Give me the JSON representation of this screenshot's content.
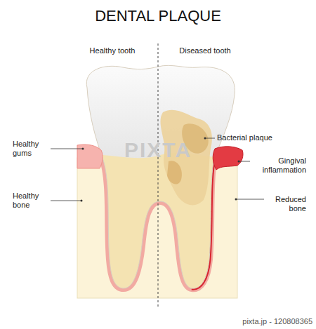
{
  "diagram": {
    "title": "DENTAL PLAQUE",
    "labels": [
      "Healthy tooth",
      "Diseased tooth",
      "Healthy gums",
      "Healthy bone",
      "Bacterial plaque",
      "Gingival inflammation",
      "Reduced bone",
      "PIXTA",
      "pixta.jp - 120808365"
    ]
  }
}
